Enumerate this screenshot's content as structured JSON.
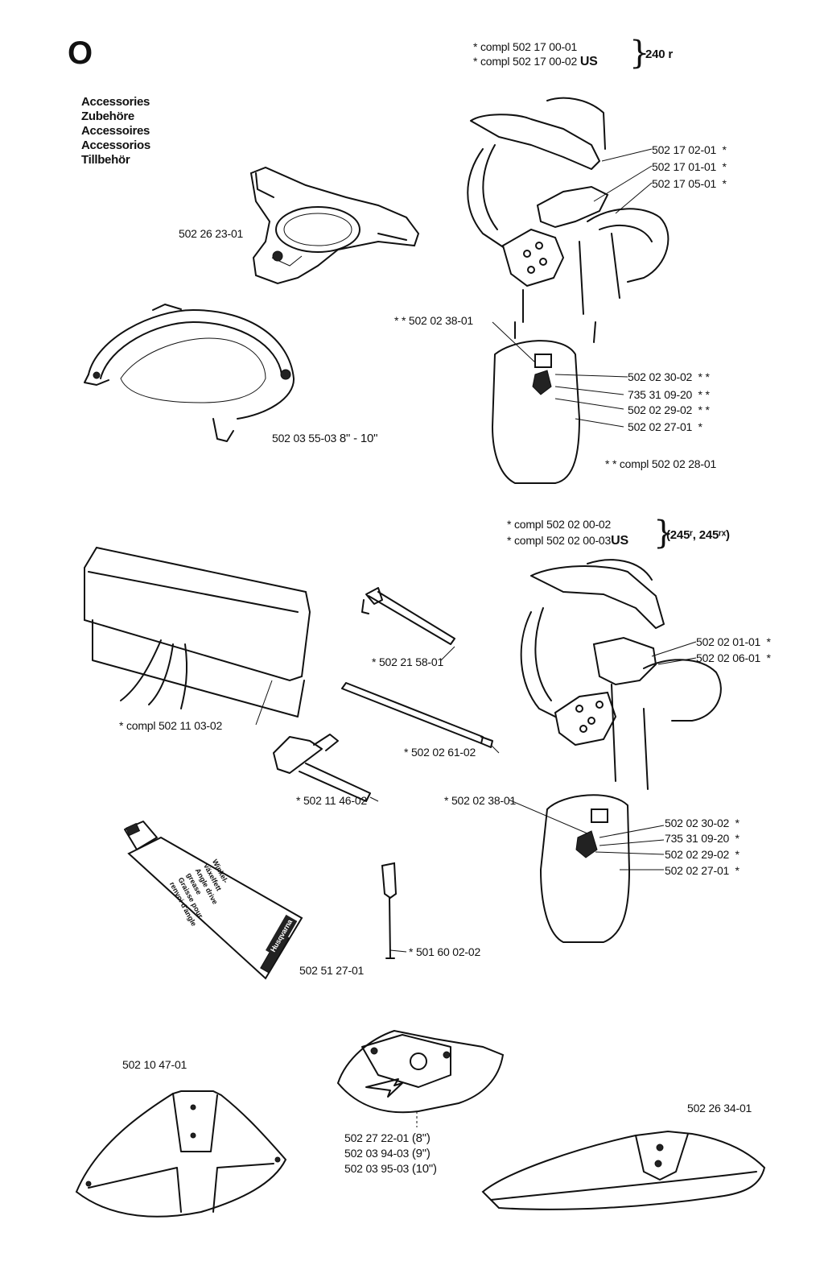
{
  "section_letter": "O",
  "titles": [
    "Accessories",
    "Zubehöre",
    "Accessoires",
    "Accessorios",
    "Tillbehör"
  ],
  "harness_240": {
    "compl_lines": [
      {
        "prefix": "*",
        "text": "compl 502 17 00-01",
        "suffix": ""
      },
      {
        "prefix": "*",
        "text": "compl 502 17 00-02",
        "suffix": "US"
      }
    ],
    "model": "240 r",
    "parts": [
      {
        "number": "502 17 02-01",
        "mark": "*"
      },
      {
        "number": "502 17 01-01",
        "mark": "*"
      },
      {
        "number": "502 17 05-01",
        "mark": "*"
      }
    ],
    "hip_parts": [
      {
        "number": "502 02 30-02",
        "mark": "* *"
      },
      {
        "number": "735 31 09-20",
        "mark": "* *"
      },
      {
        "number": "502 02 29-02",
        "mark": "* *"
      },
      {
        "number": "502 02 27-01",
        "mark": "*"
      }
    ],
    "hook_label": "* *  502 02 38-01",
    "hip_compl": "* *  compl 502 02 28-01"
  },
  "harness_245": {
    "compl_lines": [
      {
        "prefix": "*",
        "text": "compl 502 02 00-02",
        "suffix": ""
      },
      {
        "prefix": "*",
        "text": "compl 502 02 00-03",
        "suffix": "US"
      }
    ],
    "model": "(245ʳ, 245ʳˣ)",
    "parts": [
      {
        "number": "502 02 01-01",
        "mark": "*"
      },
      {
        "number": "502 02 06-01",
        "mark": "*"
      }
    ],
    "hook_label": "*  502 02 38-01",
    "hip_parts": [
      {
        "number": "502 02 30-02",
        "mark": "*"
      },
      {
        "number": "735 31 09-20",
        "mark": "*"
      },
      {
        "number": "502 02 29-02",
        "mark": "*"
      },
      {
        "number": "502 02 27-01",
        "mark": "*"
      }
    ]
  },
  "items": {
    "guard_top": "502 26 23-01",
    "guard_ring": "502 03 55-03",
    "guard_ring_size": "8\" - 10\"",
    "tool_bag": "*  compl 502 11 03-02",
    "hex_key": "*  502 21 58-01",
    "drift": "*  502 02 61-02",
    "socket_wrench": "*  502 11 46-02",
    "grease_tube": "502 51 27-01",
    "locking_pin": "*  501 60 02-02",
    "shield_left": "502 10 47-01",
    "shield_right": "502 26 34-01",
    "shield_center": [
      {
        "number": "502 27 22-01",
        "size": "(8\")"
      },
      {
        "number": "502 03 94-03",
        "size": "(9\")"
      },
      {
        "number": "502 03 95-03",
        "size": "(10\")"
      }
    ]
  },
  "tube_text": [
    "Winkel-",
    "växelfett",
    "Angle drive",
    "grease",
    "Graisse pour",
    "renvoi d'angle",
    "Husqvarna"
  ]
}
